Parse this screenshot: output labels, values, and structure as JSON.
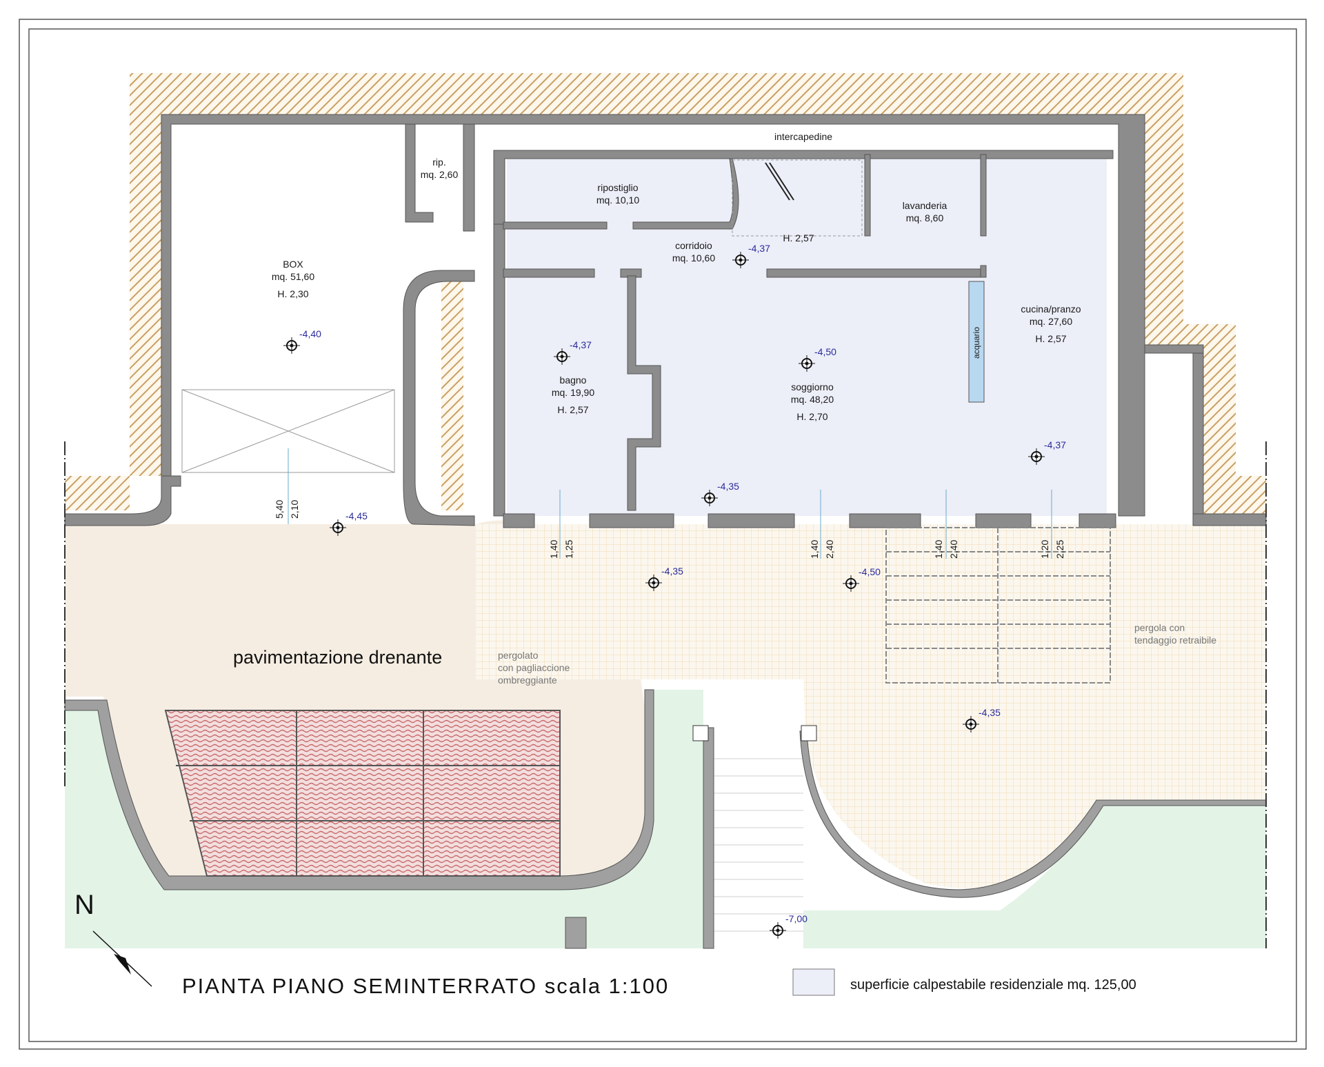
{
  "title": "PIANTA PIANO SEMINTERRATO scala 1:100",
  "legend": {
    "text": "superficie calpestabile residenziale mq. 125,00",
    "swatch_color": "#eceef8"
  },
  "north": {
    "label": "N",
    "icon": "north-arrow-icon"
  },
  "colors": {
    "wall": "#8c8c8c",
    "residential_fill": "#eceef8",
    "paving_fill": "#f5ede2",
    "garden_fill": "#e3f3e6",
    "earth_hatch": "#c8a064",
    "pergola_fill": "#c86a6a",
    "level_text": "#2a2a9a"
  },
  "rooms": [
    {
      "name": "BOX",
      "area": "mq. 51,60",
      "height": "H. 2,30"
    },
    {
      "name": "rip.",
      "area": "mq. 2,60"
    },
    {
      "name": "intercapedine"
    },
    {
      "name": "ripostiglio",
      "area": "mq. 10,10"
    },
    {
      "name": "corridoio",
      "area": "mq. 10,60"
    },
    {
      "name": "lavanderia",
      "area": "mq. 8,60"
    },
    {
      "name": "cucina/pranzo",
      "area": "mq. 27,60",
      "height": "H. 2,57"
    },
    {
      "name": "bagno",
      "area": "mq. 19,90",
      "height": "H. 2,57"
    },
    {
      "name": "soggiorno",
      "area": "mq. 48,20",
      "height": "H. 2,70"
    },
    {
      "name": "acquario"
    }
  ],
  "stair_height": "H. 2,57",
  "levels": [
    "-4,40",
    "-4,37",
    "-4,37",
    "-4,50",
    "-4,37",
    "-4,35",
    "-4,45",
    "-4,35",
    "-4,50",
    "-4,35",
    "-7,00"
  ],
  "window_dims": [
    {
      "a": "5,40",
      "b": "2,10"
    },
    {
      "a": "1,40",
      "b": "1,25"
    },
    {
      "a": "1,40",
      "b": "2,40"
    },
    {
      "a": "1,40",
      "b": "2,40"
    },
    {
      "a": "1,20",
      "b": "2,25"
    }
  ],
  "paving_label": "pavimentazione drenante",
  "notes": {
    "pergolato": [
      "pergolato",
      "con pagliaccione",
      "ombreggiante"
    ],
    "pergola": [
      "pergola con",
      "tendaggio retraibile"
    ]
  }
}
